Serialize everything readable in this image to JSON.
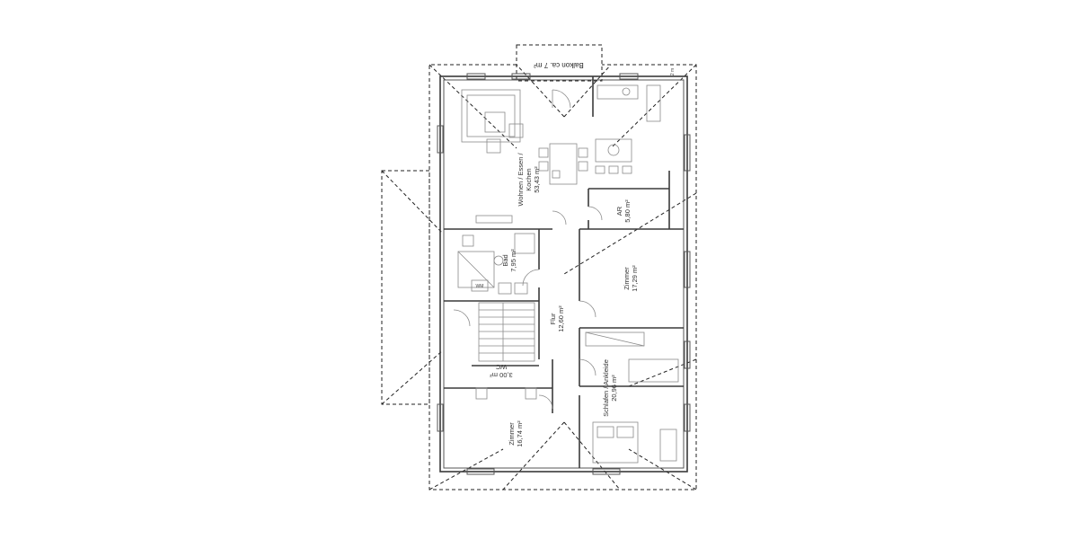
{
  "balcony": {
    "label": "Balkon  ca. 7 m²"
  },
  "dimension_note": "2 m",
  "rooms": {
    "wohnen": {
      "name": "Wohnen / Essen /",
      "name2": "Kochen",
      "area": "53,43 m²"
    },
    "ar": {
      "name": "AR",
      "area": "5,80 m²"
    },
    "bad": {
      "name": "Bad",
      "area": "7,95 m²"
    },
    "zimmer_east": {
      "name": "Zimmer",
      "area": "17,29 m²"
    },
    "flur": {
      "name": "Flur",
      "area": "12,60 m²"
    },
    "wc": {
      "name": "WC",
      "area": "3,00 m²"
    },
    "schlafen": {
      "name": "Schlafen / Ankleide",
      "area": "20,96 m²"
    },
    "zimmer_sw": {
      "name": "Zimmer",
      "area": "16,74 m²"
    }
  },
  "fixtures": {
    "washing_machine": "WM"
  }
}
